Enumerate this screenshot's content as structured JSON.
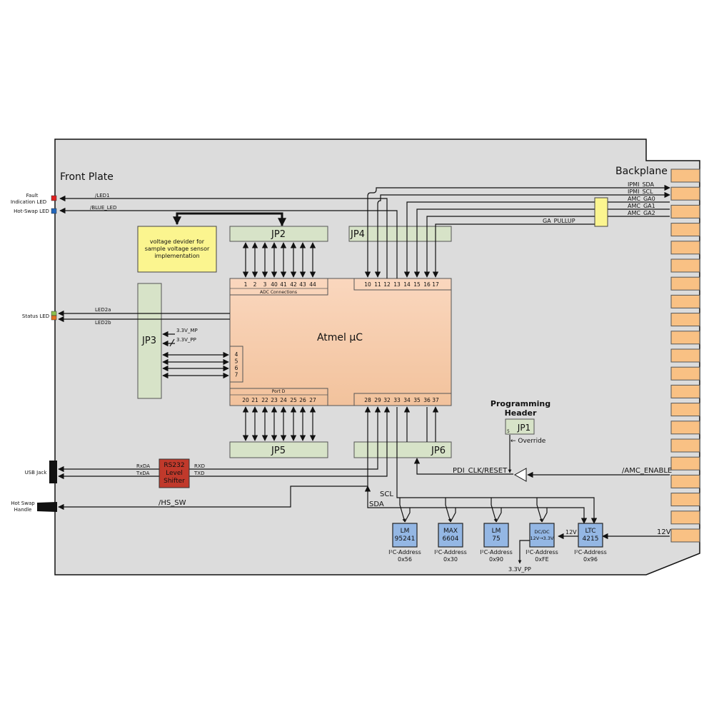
{
  "labels": {
    "front_plate": "Front Plate",
    "backplane": "Backplane",
    "fault_led": [
      "Fault",
      "Indication LED"
    ],
    "hotswap_led": "Hot-Swap LED",
    "status_led": "Status LED",
    "usb_jack": "USB Jack",
    "hot_swap_handle": [
      "Hot Swap",
      "Handle"
    ],
    "led1": "/LED1",
    "blue_led": "/BLUE_LED",
    "led2a": "LED2a",
    "led2b": "LED2b",
    "rxda": "RxDA",
    "txda": "TxDA",
    "rxd": "RXD",
    "txd": "TXD",
    "hs_sw": "/HS_SW",
    "v33_mp": "3.3V_MP",
    "v33_pp": "3.3V_PP",
    "v33_pp_out": "3.3V_PP",
    "sda": "SDA",
    "scl": "SCL",
    "pdi": "PDI_CLK/RESET",
    "amc_enable": "/AMC_ENABLE",
    "v12": "12V",
    "v12_in": "12V",
    "override": "← Override",
    "prog_header": [
      "Programming",
      "Header"
    ],
    "ga_pullup": "GA_PULLUP",
    "ipmi_sda": "IPMI_SDA",
    "ipmi_scl": "IPMI_SCL",
    "amc_ga0": "AMC_GA0",
    "amc_ga1": "AMC_GA1",
    "amc_ga2": "AMC_GA2"
  },
  "voltage_box": [
    "voltage devider for",
    "sample voltage sensor",
    "implementation"
  ],
  "mcu": {
    "title": "Atmel µC",
    "adc_label": "ADC Connections",
    "portd_label": "Port D",
    "adc_pins": [
      "1",
      "2",
      "3",
      "40",
      "41",
      "42",
      "43",
      "44"
    ],
    "top_right_pins": [
      "10",
      "11",
      "12",
      "13",
      "14",
      "15",
      "16",
      "17"
    ],
    "bottom_left_pins": [
      "20",
      "21",
      "22",
      "23",
      "24",
      "25",
      "26",
      "27"
    ],
    "bottom_right_pins": [
      "28",
      "29",
      "32",
      "33",
      "34",
      "35",
      "36",
      "37"
    ],
    "left_pins": [
      "4",
      "5",
      "6",
      "7"
    ]
  },
  "headers": {
    "jp1": "JP1",
    "jp1_pin": "5",
    "jp2": "JP2",
    "jp3": "JP3",
    "jp4": "JP4",
    "jp5": "JP5",
    "jp6": "JP6"
  },
  "rs232": [
    "RS232",
    "Level",
    "Shifter"
  ],
  "i2c_devices": [
    {
      "lines": [
        "LM",
        "95241"
      ],
      "address_label": "I²C-Address",
      "address": "0x56"
    },
    {
      "lines": [
        "MAX",
        "6604"
      ],
      "address_label": "I²C-Address",
      "address": "0x30"
    },
    {
      "lines": [
        "LM",
        "75"
      ],
      "address_label": "I²C-Address",
      "address": "0x90"
    },
    {
      "lines": [
        "DC/DC",
        "12V→3.3V"
      ],
      "address_label": "I²C-Address",
      "address": "0xFE"
    },
    {
      "lines": [
        "LTC",
        "4215"
      ],
      "address_label": "I²C-Address",
      "address": "0x96"
    }
  ],
  "colors": {
    "board": "#dcdcdc",
    "mcu_top": "#fad7be",
    "mcu_bottom": "#f2c29c",
    "header": "#d7e3c8",
    "chip": "#94b7e4",
    "rs232": "#c0392b",
    "voltage_box": "#fbf58f",
    "fault_led": "#e02020",
    "hotswap_led": "#2266bb",
    "status_led_a": "#8cc050",
    "status_led_b": "#e07020",
    "backplane_pad": "#f9c184",
    "ga_pullup_box": "#fbf58f"
  }
}
